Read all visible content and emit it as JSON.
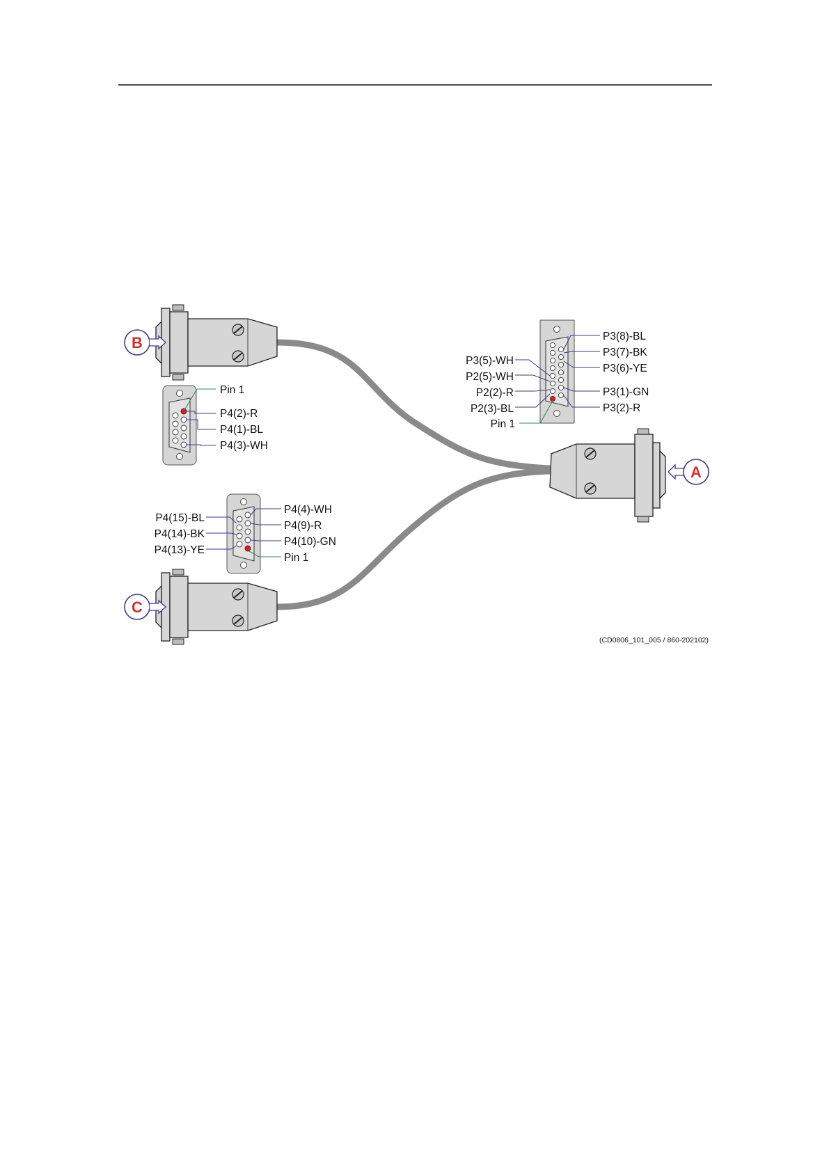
{
  "colors": {
    "cable": "#8a8a8a",
    "connector_body": "#d6d6d6",
    "callout_letter": "#d32f2f",
    "callout_ring": "#3a3a8c",
    "pin1_marker": "#c62828",
    "pin1_leader": "#2e8b57",
    "pin_leader": "#3a3a8c"
  },
  "icons": {
    "callout": "circle-letter-with-arrow",
    "screw": "slotted-screw-head",
    "pin": "circle"
  },
  "callouts": {
    "a": "A",
    "b": "B",
    "c": "C"
  },
  "connector_a_face": {
    "left_labels": [
      "P3(5)-WH",
      "P2(5)-WH",
      "P2(2)-R",
      "P2(3)-BL",
      "Pin 1"
    ],
    "right_labels": [
      "P3(8)-BL",
      "P3(7)-BK",
      "P3(6)-YE",
      "P3(1)-GN",
      "P3(2)-R"
    ]
  },
  "connector_b_face": {
    "labels": [
      "Pin 1",
      "P4(2)-R",
      "P4(1)-BL",
      "P4(3)-WH"
    ]
  },
  "connector_c_face": {
    "left_labels": [
      "P4(15)-BL",
      "P4(14)-BK",
      "P4(13)-YE"
    ],
    "right_labels": [
      "P4(4)-WH",
      "P4(9)-R",
      "P4(10)-GN",
      "Pin 1"
    ]
  },
  "figure_reference": "(CD0806_101_005 / 860-202102)"
}
